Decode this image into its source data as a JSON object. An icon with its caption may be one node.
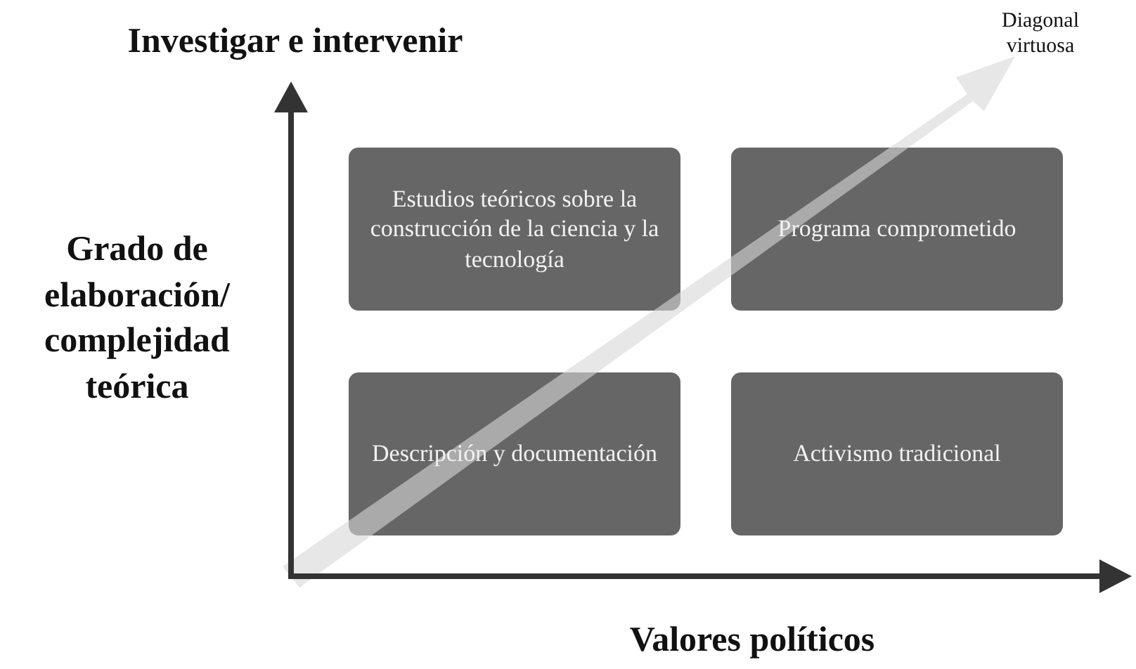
{
  "diagram": {
    "nodes": [
      {
        "text": [
          "Estudios teóricos sobre la construcción de la ciencia y la tecnología"
        ]
      },
      {
        "text": [
          "Programa comprometido"
        ]
      },
      {
        "text": [
          "Descripción y documentación"
        ]
      },
      {
        "text": [
          "Activismo tradicional"
        ]
      }
    ],
    "labels": [
      "Investigar e intervenir",
      "Diagonal virtuosa",
      "Grado de elaboración/ complejidad teórica",
      "Valores políticos"
    ]
  }
}
